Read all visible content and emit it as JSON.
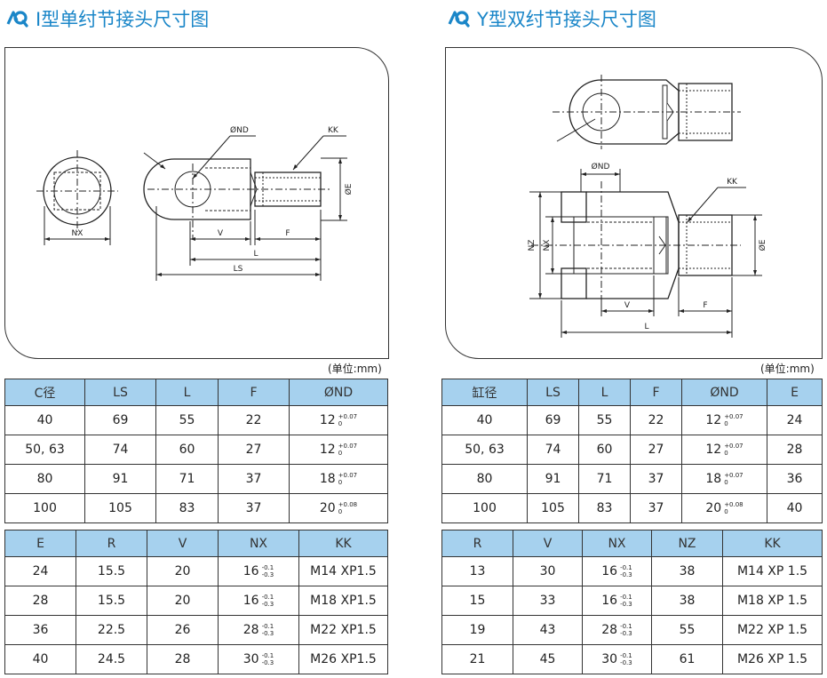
{
  "single": {
    "title": "I型单纣节接头尺寸图",
    "unit": "(单位:mm)",
    "labels": {
      "nd": "ØND",
      "kk": "KK",
      "e": "ØE",
      "nx": "NX",
      "v": "V",
      "f": "F",
      "l": "L",
      "ls": "LS"
    },
    "table1": {
      "headers": [
        "C径",
        "LS",
        "L",
        "F",
        "ØND"
      ],
      "rows": [
        {
          "c": "40",
          "ls": "69",
          "l": "55",
          "f": "22",
          "nd": "12",
          "up": "+0.07",
          "lo": "0"
        },
        {
          "c": "50, 63",
          "ls": "74",
          "l": "60",
          "f": "27",
          "nd": "12",
          "up": "+0.07",
          "lo": "0"
        },
        {
          "c": "80",
          "ls": "91",
          "l": "71",
          "f": "37",
          "nd": "18",
          "up": "+0.07",
          "lo": "0"
        },
        {
          "c": "100",
          "ls": "105",
          "l": "83",
          "f": "37",
          "nd": "20",
          "up": "+0.08",
          "lo": "0"
        }
      ]
    },
    "table2": {
      "headers": [
        "E",
        "R",
        "V",
        "NX",
        "KK"
      ],
      "rows": [
        {
          "e": "24",
          "r": "15.5",
          "v": "20",
          "nx": "16",
          "up": "-0.1",
          "lo": "-0.3",
          "kk": "M14 XP1.5"
        },
        {
          "e": "28",
          "r": "15.5",
          "v": "20",
          "nx": "16",
          "up": "-0.1",
          "lo": "-0.3",
          "kk": "M18 XP1.5"
        },
        {
          "e": "36",
          "r": "22.5",
          "v": "26",
          "nx": "28",
          "up": "-0.1",
          "lo": "-0.3",
          "kk": "M22 XP1.5"
        },
        {
          "e": "40",
          "r": "24.5",
          "v": "28",
          "nx": "30",
          "up": "-0.1",
          "lo": "-0.3",
          "kk": "M26 XP1.5"
        }
      ]
    }
  },
  "double": {
    "title": "Y型双纣节接头尺寸图",
    "unit": "(单位:mm)",
    "labels": {
      "nd": "ØND",
      "kk": "KK",
      "e": "ØE",
      "nz": "NZ",
      "nx": "NX",
      "v": "V",
      "f": "F",
      "l": "L"
    },
    "table1": {
      "headers": [
        "缸径",
        "LS",
        "L",
        "F",
        "ØND",
        "E"
      ],
      "rows": [
        {
          "c": "40",
          "ls": "69",
          "l": "55",
          "f": "22",
          "nd": "12",
          "up": "+0.07",
          "lo": "0",
          "e": "24"
        },
        {
          "c": "50, 63",
          "ls": "74",
          "l": "60",
          "f": "27",
          "nd": "12",
          "up": "+0.07",
          "lo": "0",
          "e": "28"
        },
        {
          "c": "80",
          "ls": "91",
          "l": "71",
          "f": "37",
          "nd": "18",
          "up": "+0.07",
          "lo": "0",
          "e": "36"
        },
        {
          "c": "100",
          "ls": "105",
          "l": "83",
          "f": "37",
          "nd": "20",
          "up": "+0.08",
          "lo": "0",
          "e": "40"
        }
      ]
    },
    "table2": {
      "headers": [
        "R",
        "V",
        "NX",
        "NZ",
        "KK"
      ],
      "rows": [
        {
          "r": "13",
          "v": "30",
          "nx": "16",
          "up": "-0.1",
          "lo": "-0.3",
          "nz": "38",
          "kk": "M14 XP 1.5"
        },
        {
          "r": "15",
          "v": "33",
          "nx": "16",
          "up": "-0.1",
          "lo": "-0.3",
          "nz": "38",
          "kk": "M18 XP 1.5"
        },
        {
          "r": "19",
          "v": "43",
          "nx": "28",
          "up": "-0.1",
          "lo": "-0.3",
          "nz": "55",
          "kk": "M22 XP 1.5"
        },
        {
          "r": "21",
          "v": "45",
          "nx": "30",
          "up": "-0.1",
          "lo": "-0.3",
          "nz": "61",
          "kk": "M26 XP 1.5"
        }
      ]
    }
  },
  "colors": {
    "accent": "#1a86c8",
    "header_fill": "#a6d1ee"
  }
}
